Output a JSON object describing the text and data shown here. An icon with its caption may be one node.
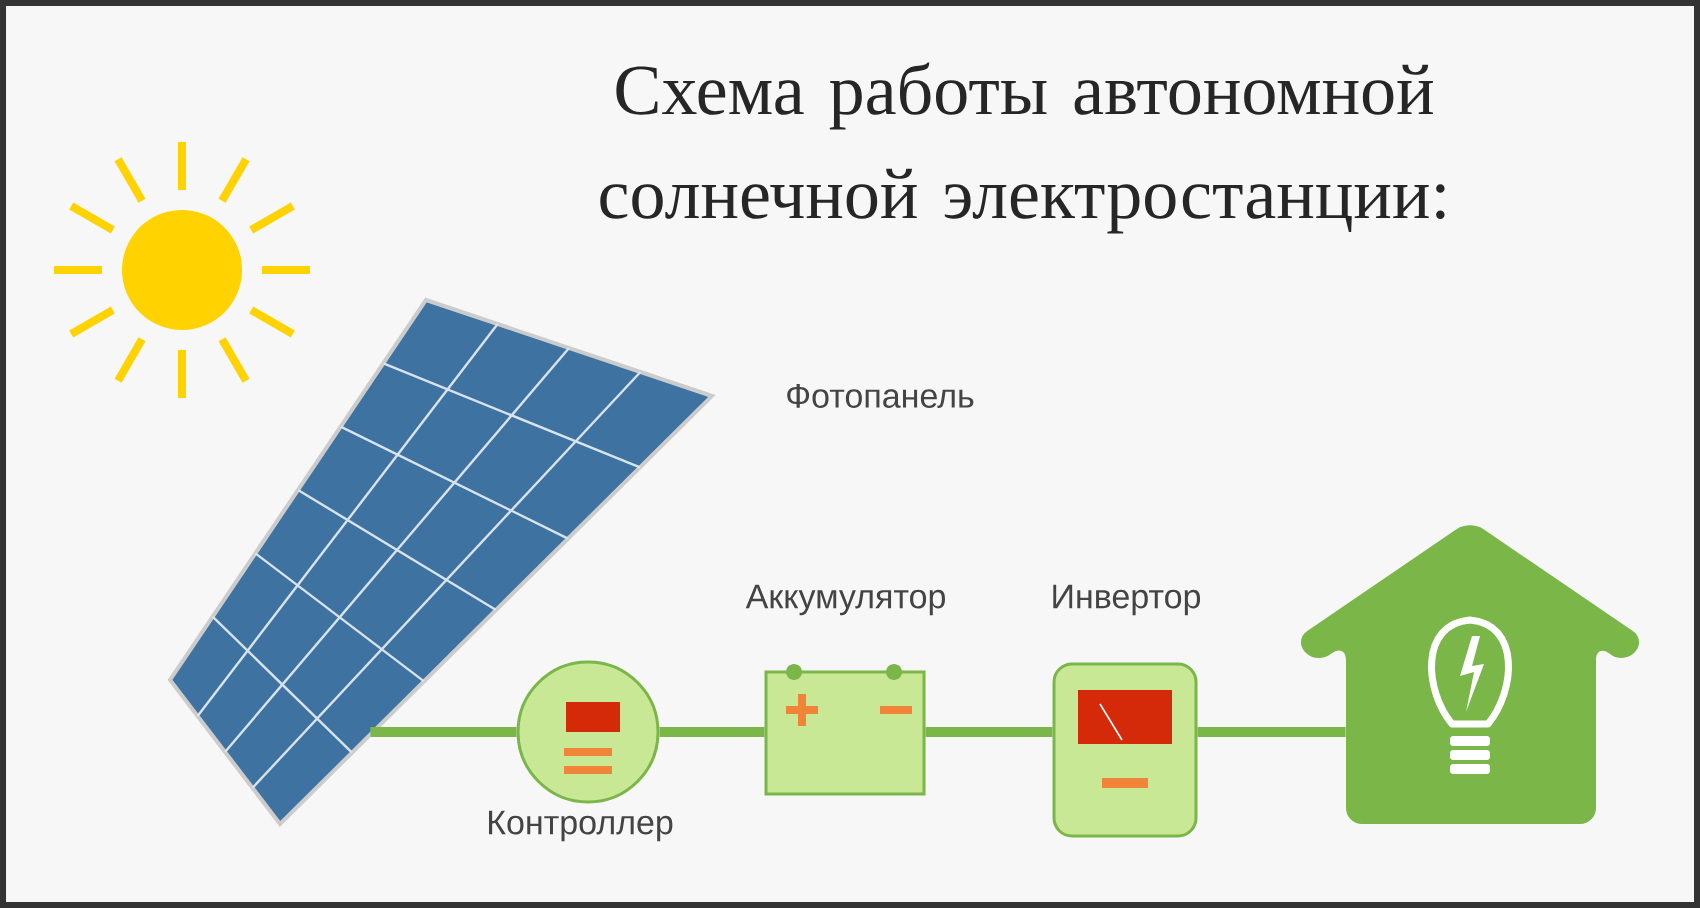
{
  "diagram": {
    "title": "Схема работы автономной солнечной электростанции:",
    "nodes": [
      {
        "text": [],
        "shape": "picture",
        "beside": [
          "Фотопанель"
        ]
      },
      {
        "text": [],
        "shape": "circle",
        "beside": [
          "Контроллер"
        ]
      },
      {
        "text": [],
        "shape": "box",
        "beside": [
          "Аккумулятор"
        ]
      },
      {
        "text": [],
        "shape": "box",
        "beside": [
          "Инвертор"
        ]
      },
      {
        "text": [],
        "shape": "picture"
      }
    ],
    "edges": [
      {
        "from": 0,
        "to": 1,
        "arrow": "none"
      },
      {
        "from": 1,
        "to": 2,
        "arrow": "none"
      },
      {
        "from": 2,
        "to": 3,
        "arrow": "none"
      },
      {
        "from": 3,
        "to": 4,
        "arrow": "none"
      }
    ]
  }
}
